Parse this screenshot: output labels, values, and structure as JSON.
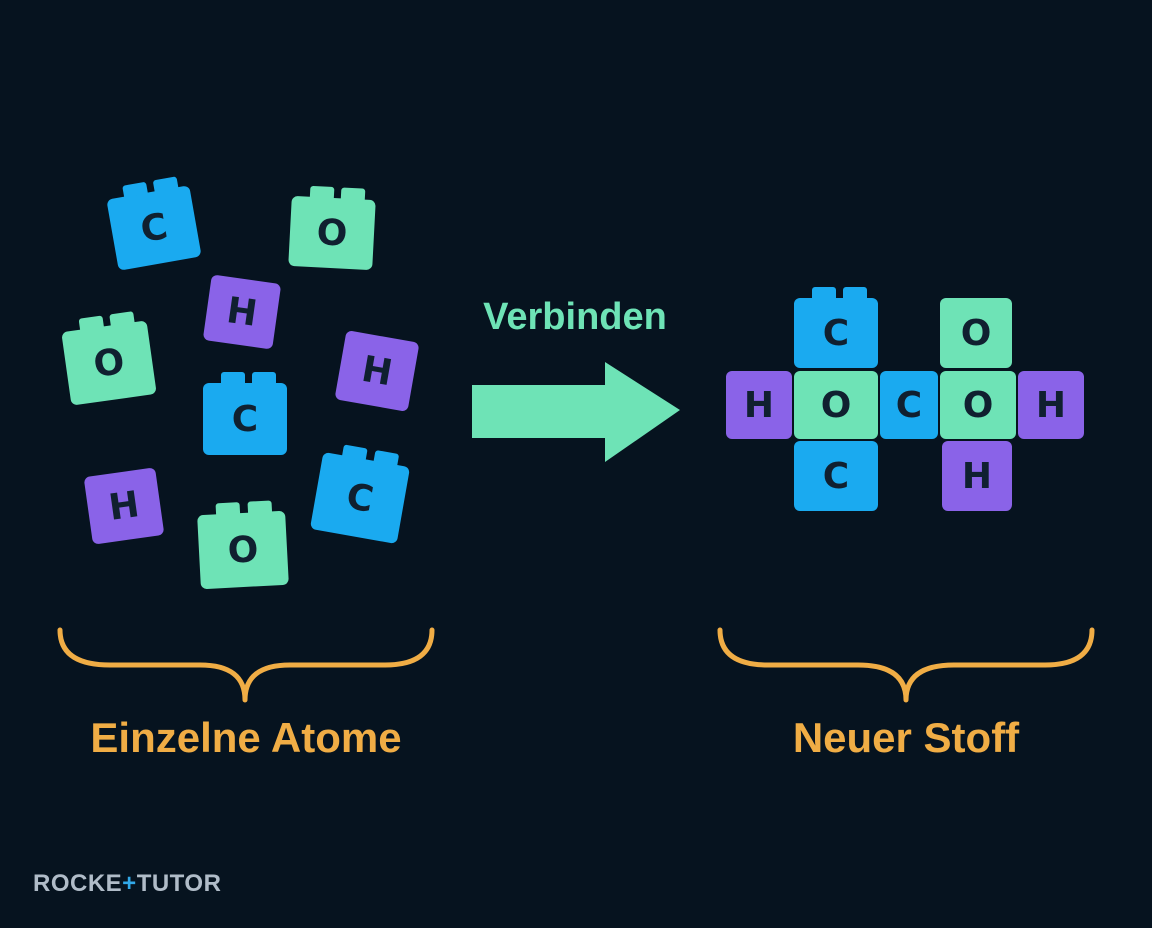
{
  "colors": {
    "background": "#06131f",
    "carbon": "#1aaaf0",
    "oxygen": "#6ee3b6",
    "hydrogen": "#8a63e8",
    "accent": "#f0ad45",
    "arrow": "#6ee3b6"
  },
  "arrow_label": "Verbinden",
  "left_label": "Einzelne Atome",
  "right_label": "Neuer Stoff",
  "logo": {
    "part1": "ROCKE",
    "part2": "+",
    "part3": "TUTOR"
  },
  "left_atoms": [
    {
      "symbol": "C",
      "element": "carbon",
      "studs": true,
      "rotation": -10
    },
    {
      "symbol": "O",
      "element": "oxygen",
      "studs": true,
      "rotation": 3
    },
    {
      "symbol": "H",
      "element": "hydrogen",
      "studs": false,
      "rotation": 8
    },
    {
      "symbol": "O",
      "element": "oxygen",
      "studs": true,
      "rotation": -8
    },
    {
      "symbol": "H",
      "element": "hydrogen",
      "studs": false,
      "rotation": 10
    },
    {
      "symbol": "C",
      "element": "carbon",
      "studs": true,
      "rotation": 0
    },
    {
      "symbol": "H",
      "element": "hydrogen",
      "studs": false,
      "rotation": -8
    },
    {
      "symbol": "C",
      "element": "carbon",
      "studs": true,
      "rotation": 10
    },
    {
      "symbol": "O",
      "element": "oxygen",
      "studs": true,
      "rotation": -3
    }
  ],
  "molecule_atoms": [
    {
      "symbol": "C",
      "element": "carbon",
      "studs": true
    },
    {
      "symbol": "O",
      "element": "oxygen",
      "studs": false
    },
    {
      "symbol": "H",
      "element": "hydrogen",
      "studs": false
    },
    {
      "symbol": "O",
      "element": "oxygen",
      "studs": false
    },
    {
      "symbol": "C",
      "element": "carbon",
      "studs": false
    },
    {
      "symbol": "O",
      "element": "oxygen",
      "studs": false
    },
    {
      "symbol": "H",
      "element": "hydrogen",
      "studs": false
    },
    {
      "symbol": "C",
      "element": "carbon",
      "studs": false
    },
    {
      "symbol": "H",
      "element": "hydrogen",
      "studs": false
    }
  ]
}
